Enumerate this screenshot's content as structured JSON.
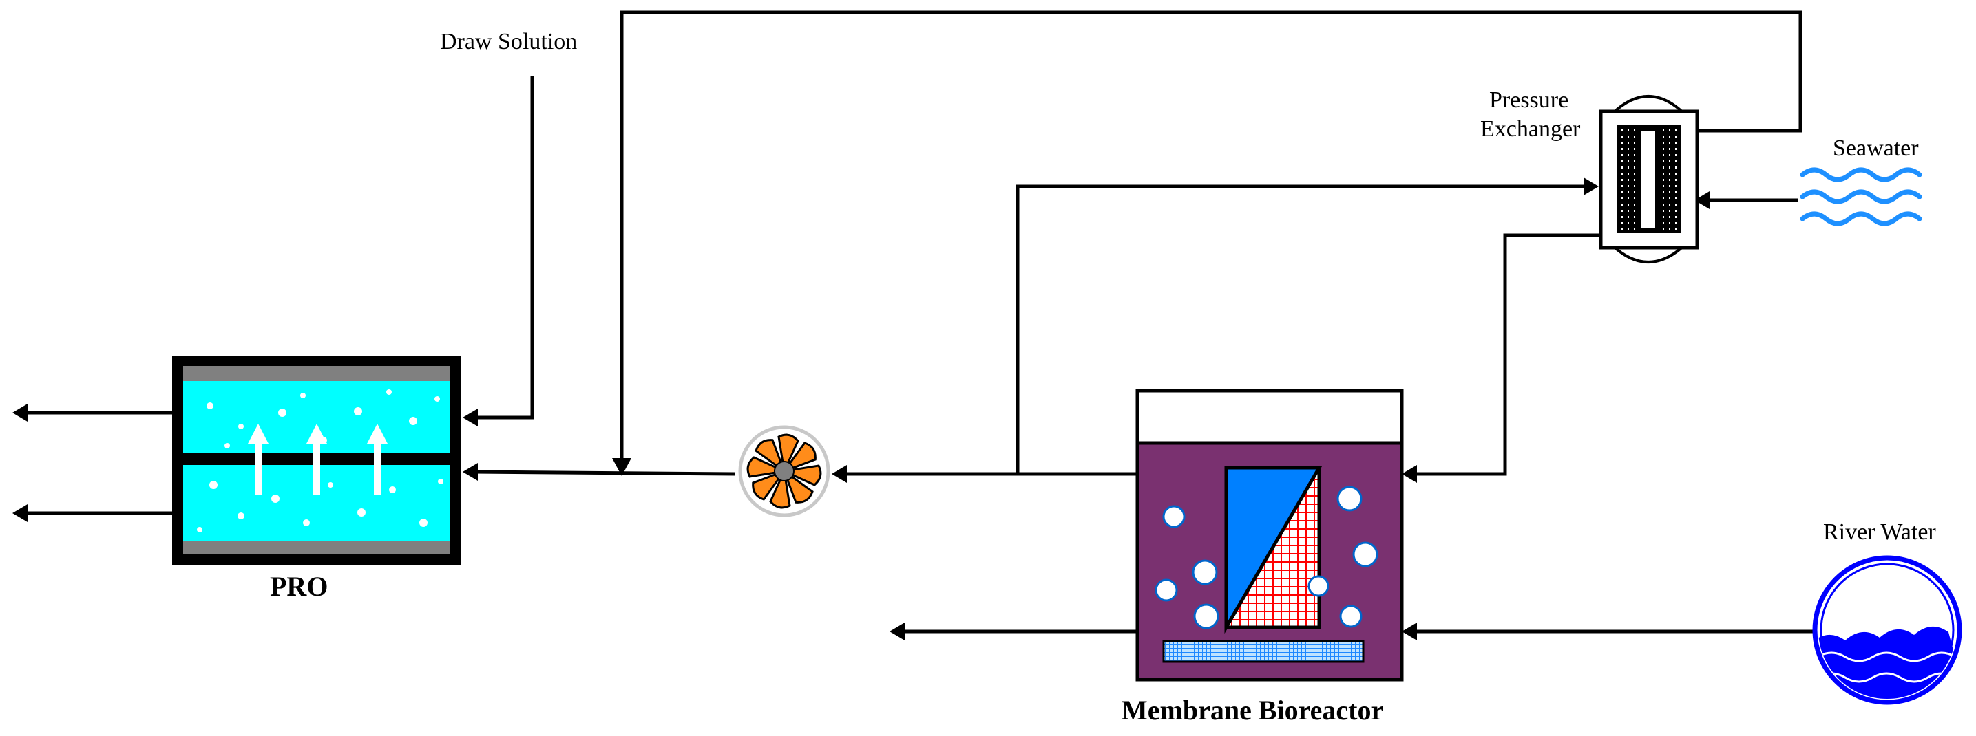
{
  "labels": {
    "draw_solution": "Draw Solution",
    "pressure": "Pressure",
    "exchanger": "Exchanger",
    "seawater": "Seawater",
    "river_water": "River Water",
    "pro": "PRO",
    "membrane_bioreactor": "Membrane Bioreactor"
  },
  "colors": {
    "pro_water": "#00ffff",
    "pro_frame": "#000000",
    "pro_plate": "#808080",
    "bioreactor_fill": "#7a3170",
    "membrane_blue": "#0080ff",
    "membrane_red": "#ff0000",
    "diffuser": "#3399ff",
    "pump_orange": "#ff8c1a",
    "seawater_waves": "#1e90ff",
    "river_water": "#0000ff",
    "lines": "#000000"
  },
  "icons": {
    "pump": "pump-fan-icon",
    "seawater": "seawater-waves-icon",
    "river": "river-water-icon",
    "pressure_exchanger": "pressure-exchanger-icon"
  }
}
